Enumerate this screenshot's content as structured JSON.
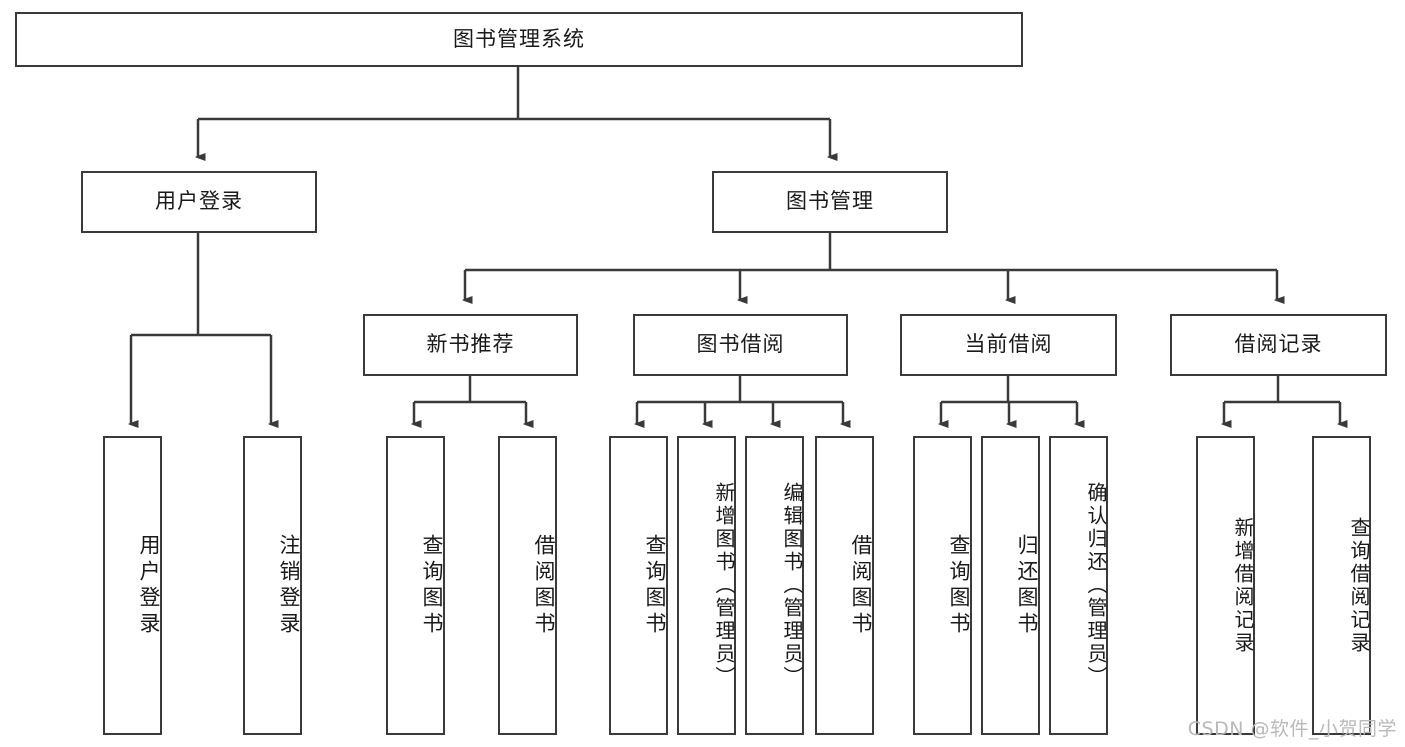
{
  "diagram": {
    "title_node": {
      "label": "图书管理系统"
    },
    "level2": [
      {
        "id": "user-login",
        "label": "用户登录"
      },
      {
        "id": "book-management",
        "label": "图书管理"
      }
    ],
    "level3": [
      {
        "id": "new-book-recommend",
        "label": "新书推荐"
      },
      {
        "id": "book-borrow",
        "label": "图书借阅"
      },
      {
        "id": "current-borrow",
        "label": "当前借阅"
      },
      {
        "id": "borrow-record",
        "label": "借阅记录"
      }
    ],
    "leaves": [
      {
        "id": "leaf-user-login",
        "label": "用户登录",
        "parent": "user-login"
      },
      {
        "id": "leaf-logout-login",
        "label": "注销登录",
        "parent": "user-login"
      },
      {
        "id": "leaf-query-book-1",
        "label": "查询图书",
        "parent": "new-book-recommend"
      },
      {
        "id": "leaf-borrow-book-1",
        "label": "借阅图书",
        "parent": "new-book-recommend"
      },
      {
        "id": "leaf-query-book-2",
        "label": "查询图书",
        "parent": "book-borrow"
      },
      {
        "id": "leaf-add-book-admin",
        "label": "新增图书（管理员）",
        "parent": "book-borrow"
      },
      {
        "id": "leaf-edit-book-admin",
        "label": "编辑图书（管理员）",
        "parent": "book-borrow"
      },
      {
        "id": "leaf-borrow-book-2",
        "label": "借阅图书",
        "parent": "book-borrow"
      },
      {
        "id": "leaf-query-book-3",
        "label": "查询图书",
        "parent": "current-borrow"
      },
      {
        "id": "leaf-return-book",
        "label": "归还图书",
        "parent": "current-borrow"
      },
      {
        "id": "leaf-confirm-return-admin",
        "label": "确认归还（管理员）",
        "parent": "current-borrow"
      },
      {
        "id": "leaf-add-borrow-record",
        "label": "新增借阅记录",
        "parent": "borrow-record"
      },
      {
        "id": "leaf-query-borrow-record",
        "label": "查询借阅记录",
        "parent": "borrow-record"
      }
    ],
    "watermark": "CSDN @软件_小贺同学",
    "colors": {
      "stroke": "#3a3a3a",
      "text": "#1a1a1a",
      "background": "#ffffff",
      "watermark": "#b9b9b9"
    }
  }
}
